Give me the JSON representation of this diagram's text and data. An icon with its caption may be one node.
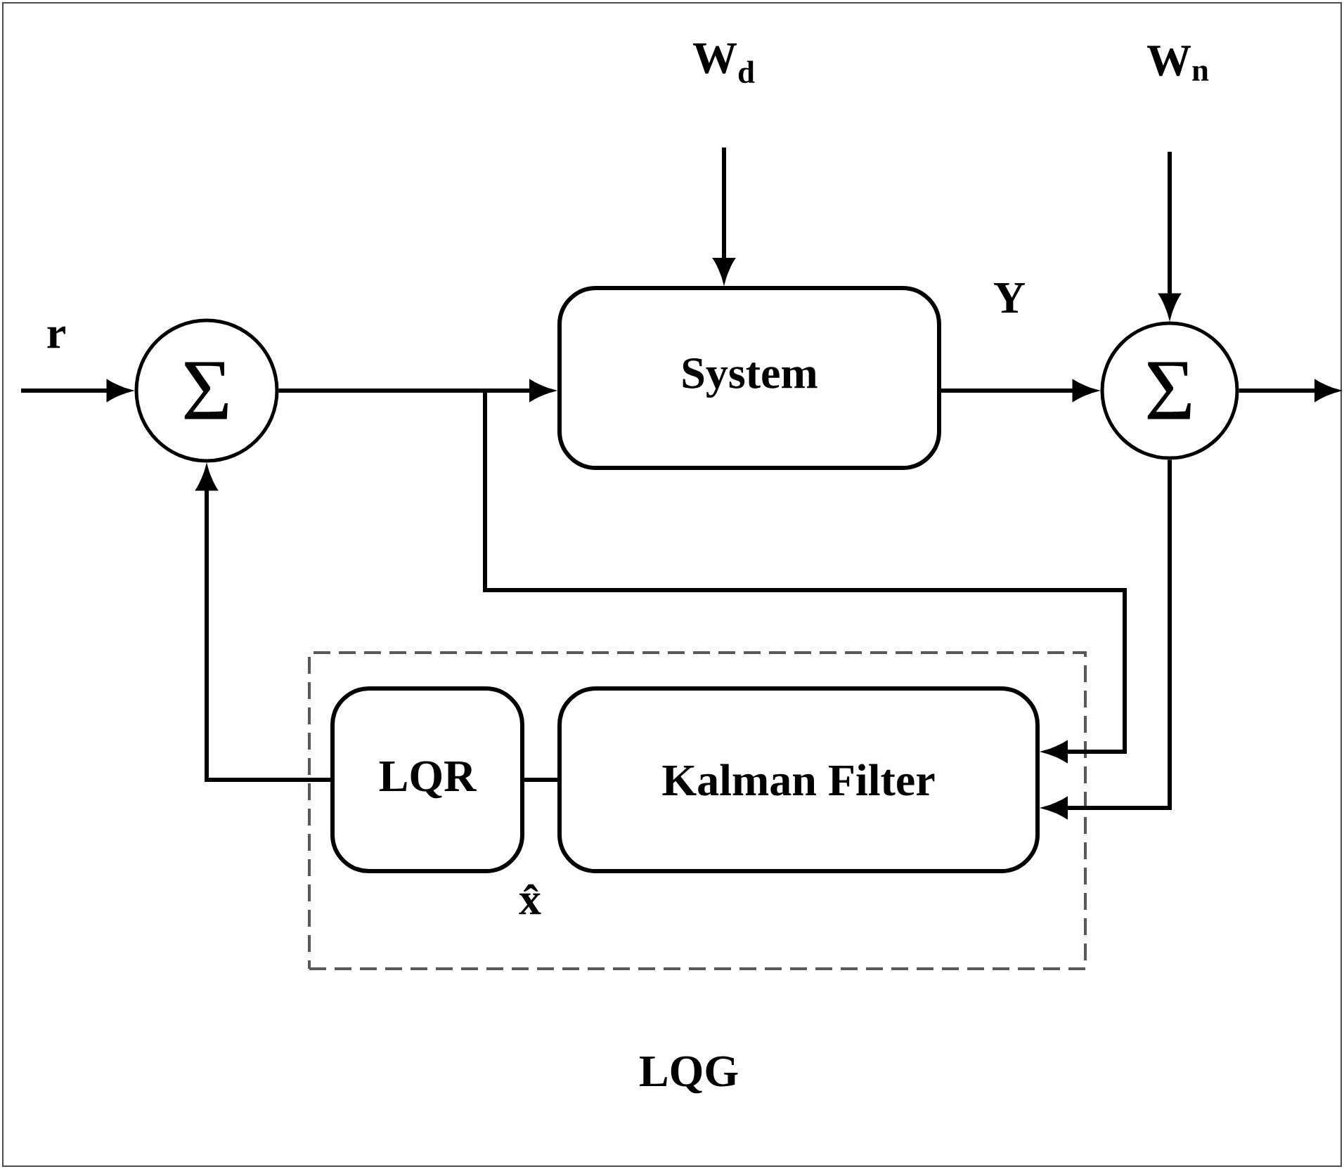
{
  "diagram": {
    "nodes": [
      {
        "text": [
          "Σ"
        ]
      },
      {
        "text": [
          "System"
        ]
      },
      {
        "text": [
          "Σ"
        ]
      },
      {
        "text": [
          "LQG"
        ]
      },
      {
        "text": [
          "LQR"
        ],
        "in": 3
      },
      {
        "text": [
          "Kalman Filter"
        ],
        "in": 3
      }
    ],
    "edges": [
      {
        "from": null,
        "to": 0,
        "arrow": "to",
        "label": "r"
      },
      {
        "from": 0,
        "to": 1,
        "arrow": "to"
      },
      {
        "from": null,
        "to": 1,
        "arrow": "to",
        "label": "W$_{d}$"
      },
      {
        "from": 1,
        "to": 2,
        "arrow": "to",
        "label": "Y"
      },
      {
        "from": null,
        "to": 2,
        "arrow": "to",
        "label": "W$_{n}$"
      },
      {
        "from": 2,
        "to": null,
        "arrow": "to"
      },
      {
        "from": 0,
        "to": 5,
        "arrow": "to"
      },
      {
        "from": 2,
        "to": 5,
        "arrow": "to"
      },
      {
        "from": 5,
        "to": 4,
        "arrow": "none",
        "label": "x̂"
      },
      {
        "from": 4,
        "to": 0,
        "arrow": "to"
      }
    ]
  }
}
